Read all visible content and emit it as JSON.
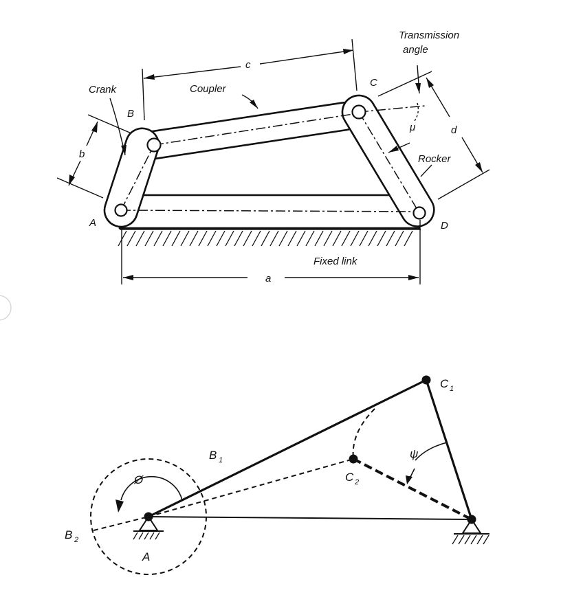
{
  "top_diagram": {
    "labels": {
      "crank": "Crank",
      "coupler": "Coupler",
      "transmission": "Transmission",
      "angle": "angle",
      "rocker": "Rocker",
      "fixed_link": "Fixed link",
      "mu": "μ",
      "point_a": "A",
      "point_b": "B",
      "point_c": "C",
      "point_d": "D",
      "dim_a": "a",
      "dim_b": "b",
      "dim_c": "c",
      "dim_d": "d"
    }
  },
  "bottom_diagram": {
    "labels": {
      "point_a": "A",
      "b1_main": "B",
      "b1_sub": "1",
      "b2_main": "B",
      "b2_sub": "2",
      "c1_main": "C",
      "c1_sub": "1",
      "c2_main": "C",
      "c2_sub": "2",
      "phi": "Ø",
      "psi": "ψ"
    }
  }
}
